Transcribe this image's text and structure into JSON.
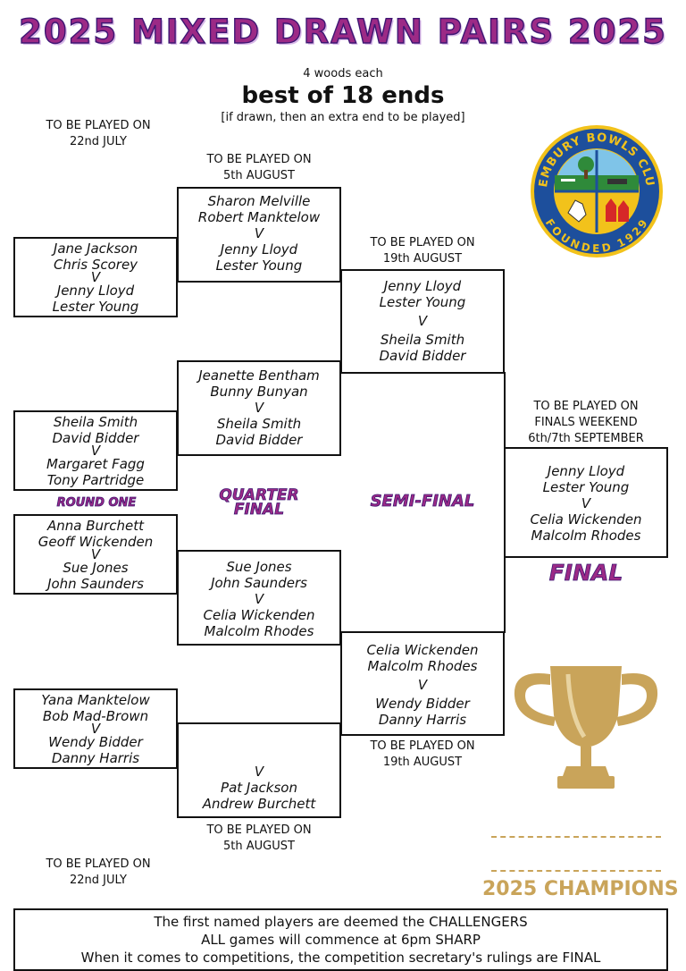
{
  "header": {
    "title": "2025 MIXED  DRAWN PAIRS  2025",
    "woods": "4 woods each",
    "best_of": "best of 18 ends",
    "drawn_note": "[if drawn, then an extra end to be played]"
  },
  "dates": {
    "r1_top": [
      "TO BE PLAYED ON",
      "22nd JULY"
    ],
    "qf_top": [
      "TO BE PLAYED ON",
      "5th AUGUST"
    ],
    "sf_top": [
      "TO BE PLAYED ON",
      "19th AUGUST"
    ],
    "final": [
      "TO BE PLAYED ON",
      "FINALS WEEKEND",
      "6th/7th SEPTEMBER"
    ],
    "sf_bottom": [
      "TO BE PLAYED ON",
      "19th AUGUST"
    ],
    "qf_bottom": [
      "TO BE PLAYED ON",
      "5th AUGUST"
    ],
    "r1_bottom": [
      "TO BE PLAYED ON",
      "22nd JULY"
    ]
  },
  "round_one": [
    [
      "Jane Jackson",
      "Chris Scorey",
      "V",
      "Jenny Lloyd",
      "Lester Young"
    ],
    [
      "Sheila Smith",
      "David Bidder",
      "V",
      "Margaret Fagg",
      "Tony Partridge"
    ],
    [
      "Anna Burchett",
      "Geoff Wickenden",
      "V",
      "Sue Jones",
      "John Saunders"
    ],
    [
      "Yana Manktelow",
      "Bob Mad-Brown",
      "V",
      "Wendy Bidder",
      "Danny Harris"
    ]
  ],
  "quarter_final": [
    [
      "Sharon Melville",
      "Robert Manktelow",
      "V",
      "Jenny Lloyd",
      "Lester Young"
    ],
    [
      "Jeanette Bentham",
      "Bunny Bunyan",
      "V",
      "Sheila Smith",
      "David Bidder"
    ],
    [
      "Sue Jones",
      "John Saunders",
      "V",
      "Celia Wickenden",
      "Malcolm Rhodes"
    ],
    [
      "V",
      "Pat Jackson",
      "Andrew Burchett"
    ]
  ],
  "semi_final": [
    [
      "Jenny Lloyd",
      "Lester Young",
      "V",
      "Sheila Smith",
      "David Bidder"
    ],
    [
      "Celia Wickenden",
      "Malcolm Rhodes",
      "V",
      "Wendy Bidder",
      "Danny Harris"
    ]
  ],
  "final": [
    "Jenny Lloyd",
    "Lester Young",
    "V",
    "Celia Wickenden",
    "Malcolm Rhodes"
  ],
  "labels": {
    "round_one": "ROUND ONE",
    "quarter_final_1": "QUARTER",
    "quarter_final_2": "FINAL",
    "semi_final": "SEMI-FINAL",
    "final": "FINAL"
  },
  "logo": {
    "top_text": "PEMBURY BOWLS CLUB",
    "bottom_text": "FOUNDED 1929",
    "colors": {
      "ring": "#1d4f9c",
      "field": "#f2c21b",
      "grass": "#2f8a3a"
    }
  },
  "champions": "2025 CHAMPIONS",
  "footer": [
    "The first named players are deemed the CHALLENGERS",
    "ALL games will commence at 6pm SHARP",
    "When it comes to competitions, the competition secretary's rulings are FINAL"
  ],
  "colors": {
    "title": "#9c2a86",
    "gold": "#c9a45a"
  }
}
